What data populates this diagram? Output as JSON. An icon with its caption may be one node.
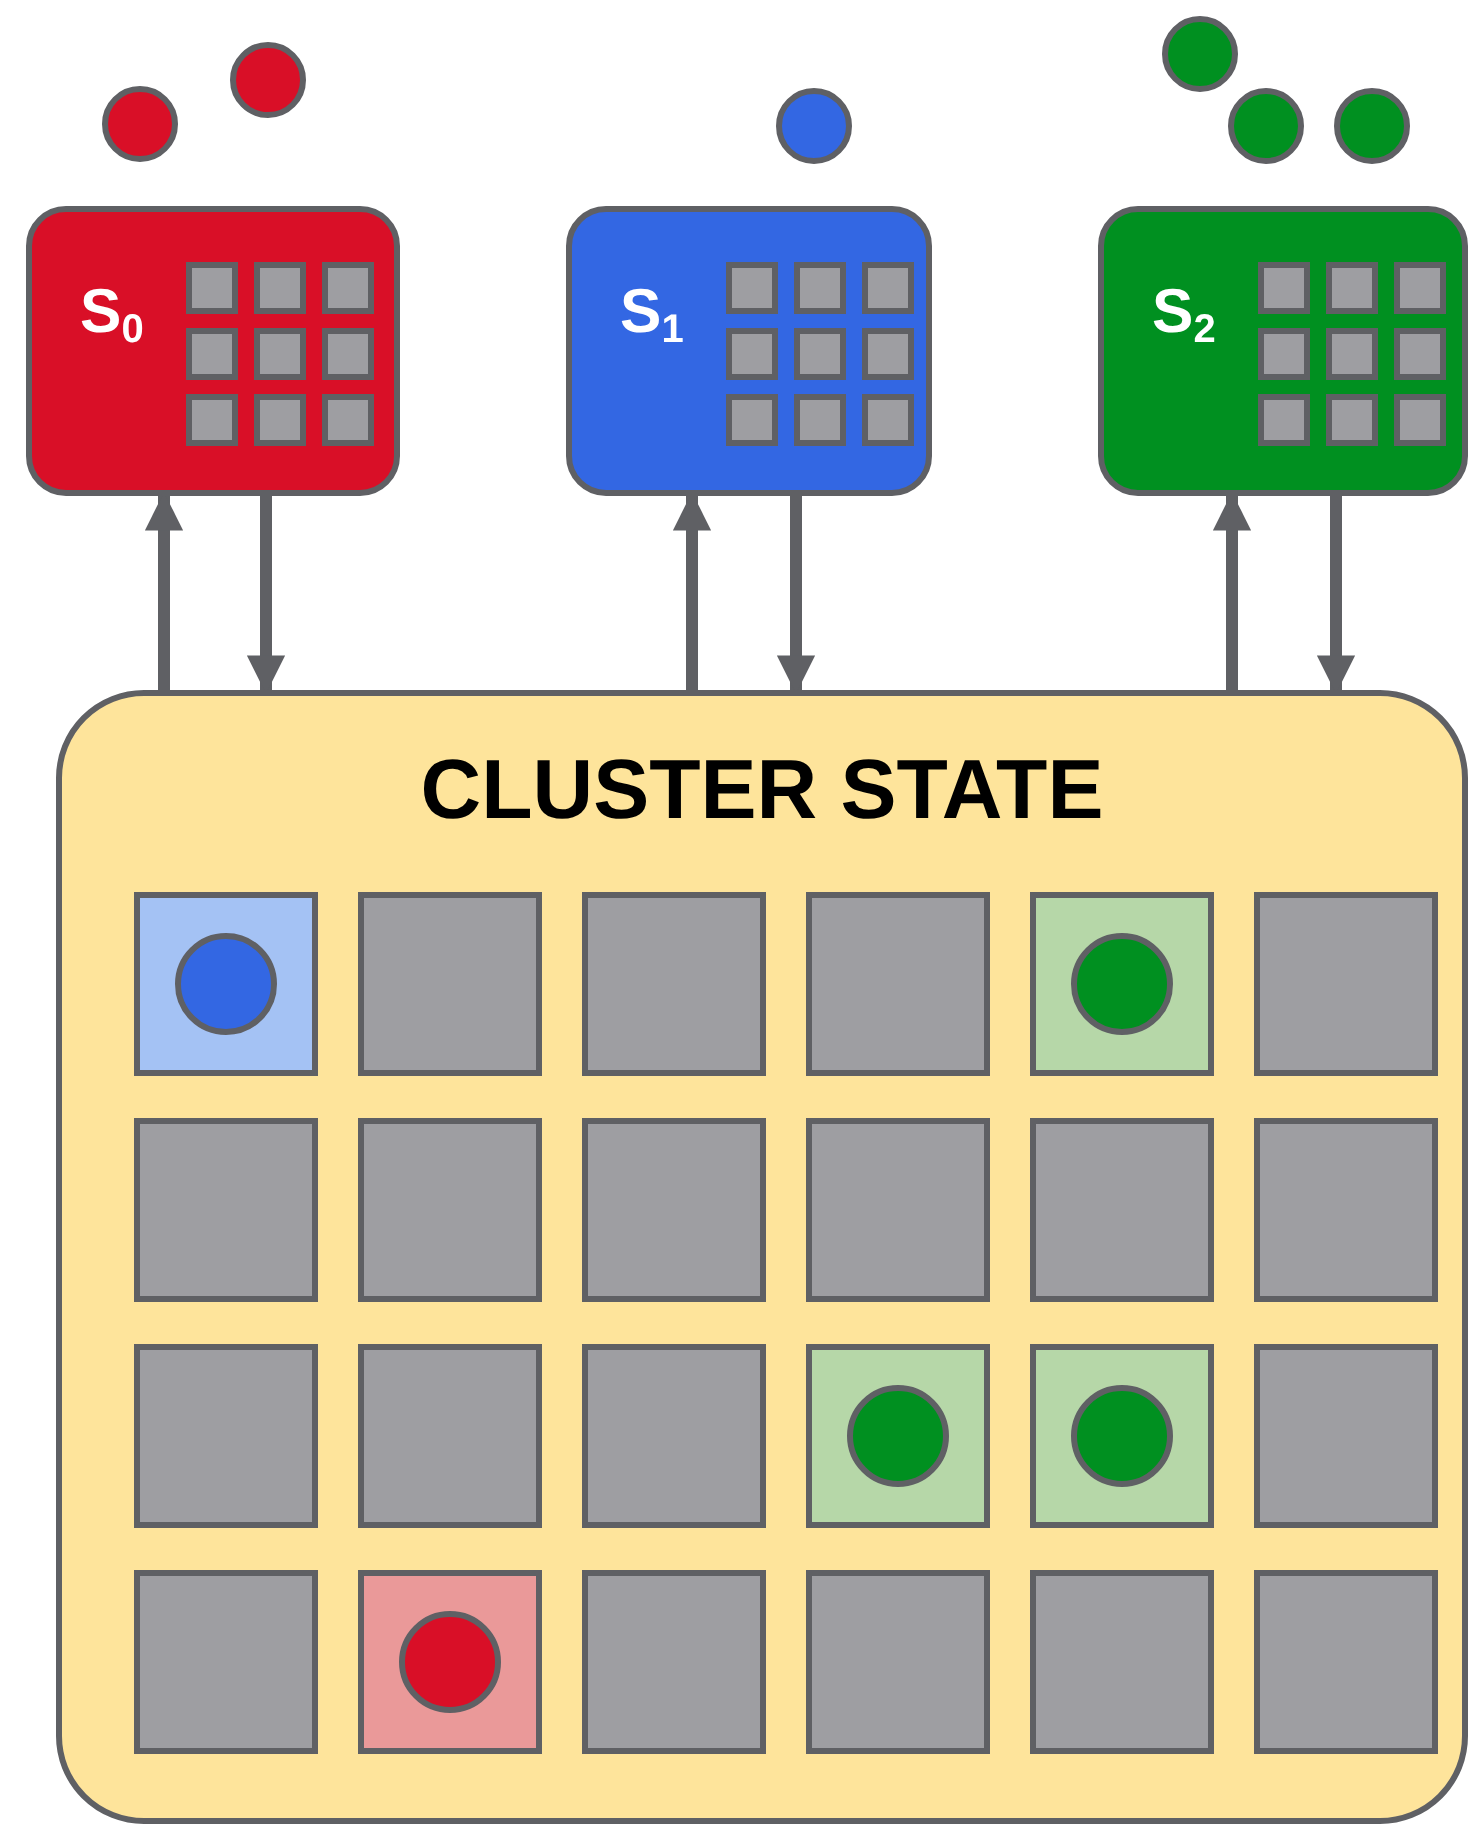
{
  "diagram": {
    "nodes": [
      {
        "text": [
          "S$_{0}$"
        ]
      },
      {
        "text": [
          "S$_{1}$"
        ]
      },
      {
        "text": [
          "S$_{2}$"
        ]
      },
      {
        "text": [
          "CLUSTER STATE"
        ]
      }
    ],
    "edges": [
      {
        "from": 3,
        "to": 0,
        "arrow": "to"
      },
      {
        "from": 0,
        "to": 3,
        "arrow": "to"
      },
      {
        "from": 3,
        "to": 1,
        "arrow": "to"
      },
      {
        "from": 1,
        "to": 3,
        "arrow": "to"
      },
      {
        "from": 3,
        "to": 2,
        "arrow": "to"
      },
      {
        "from": 2,
        "to": 3,
        "arrow": "to"
      }
    ]
  }
}
